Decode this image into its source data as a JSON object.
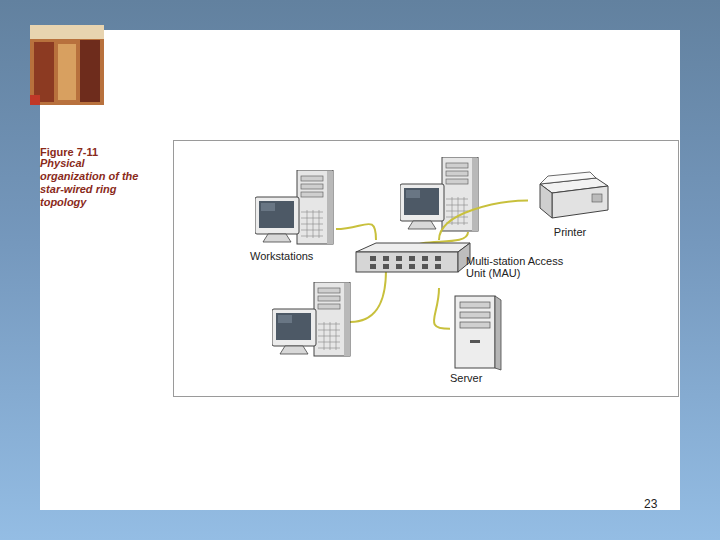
{
  "diagram": {
    "caption": "Physical organization of the star-wired ring topology",
    "nodes": [
      {
        "text": [
          "Workstations"
        ]
      },
      {
        "text": [
          "Printer"
        ]
      },
      {
        "text": [
          "Multi-station Access Unit (MAU)"
        ]
      },
      {
        "text": [
          "Server"
        ]
      }
    ],
    "edges": [
      {
        "from": 0,
        "to": 2,
        "arrow": "none"
      },
      {
        "from": 1,
        "to": 2,
        "arrow": "none"
      },
      {
        "from": 2,
        "to": 3,
        "arrow": "none"
      }
    ],
    "labels": [
      "Figure 7-11",
      "23"
    ]
  }
}
